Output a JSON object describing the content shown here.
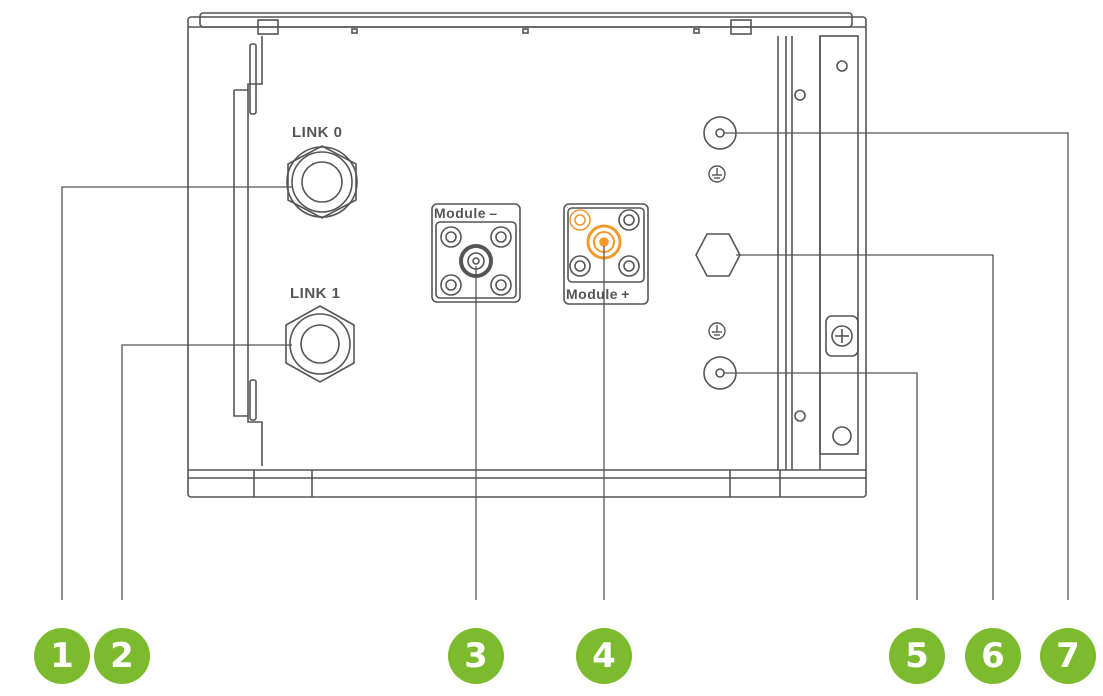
{
  "labels": {
    "link0": "LINK 0",
    "link1": "LINK 1",
    "module_minus": "Module –",
    "module_plus": "Module +"
  },
  "callouts": [
    "1",
    "2",
    "3",
    "4",
    "5",
    "6",
    "7"
  ],
  "colors": {
    "callout_badge": "#7dbb2e",
    "highlight": "#f39a2e",
    "line": "#555555"
  }
}
